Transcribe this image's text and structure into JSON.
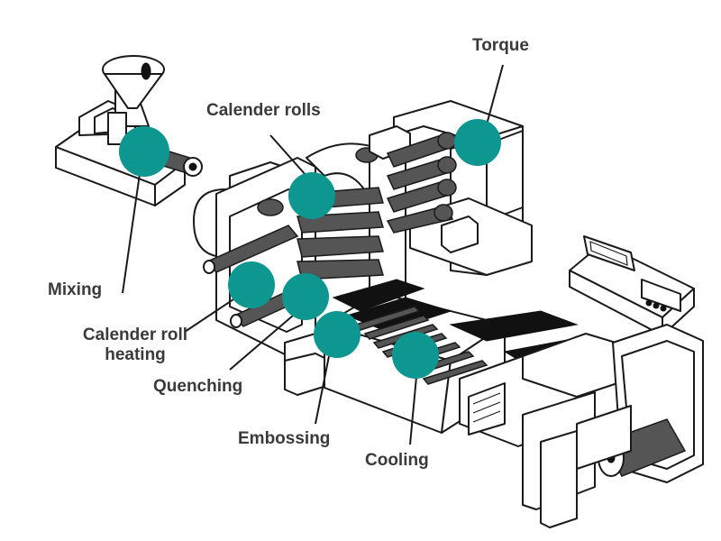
{
  "colors": {
    "marker": "#0e9690",
    "label_text": "#3a3a3a",
    "machine_outline": "#1a1a1a"
  },
  "labels": {
    "torque": "Torque",
    "calender_rolls": "Calender rolls",
    "mixing": "Mixing",
    "calender_roll_heating_line1": "Calender roll",
    "calender_roll_heating_line2": "heating",
    "quenching": "Quenching",
    "embossing": "Embossing",
    "cooling": "Cooling"
  }
}
